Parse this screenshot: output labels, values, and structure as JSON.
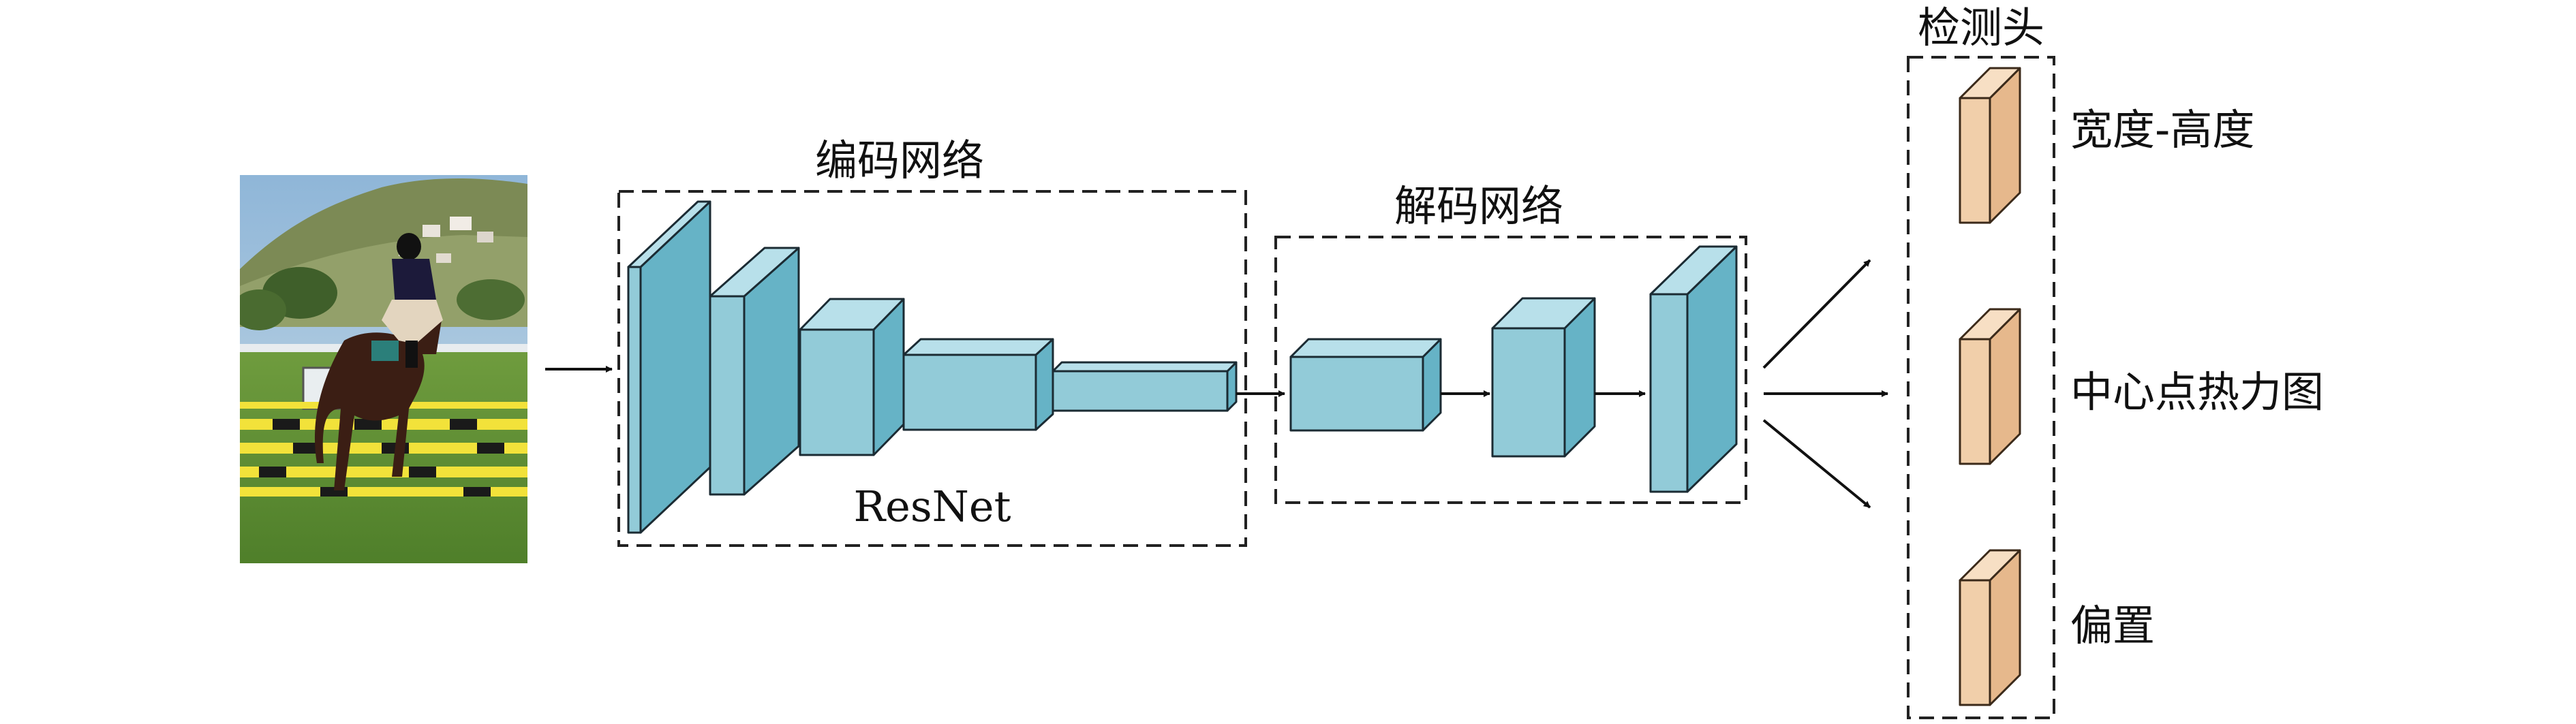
{
  "encoder": {
    "title": "编码网络",
    "backbone": "ResNet"
  },
  "decoder": {
    "title": "解码网络"
  },
  "head": {
    "title": "检测头",
    "outputs": [
      "宽度-高度",
      "中心点热力图",
      "偏置"
    ]
  },
  "colors": {
    "block_front": "#92cbd8",
    "block_side": "#66b3c6",
    "block_top": "#b8e0ea",
    "head_front": "#f1cfaa",
    "head_side": "#e6b88c",
    "head_top": "#f7dfc4"
  }
}
